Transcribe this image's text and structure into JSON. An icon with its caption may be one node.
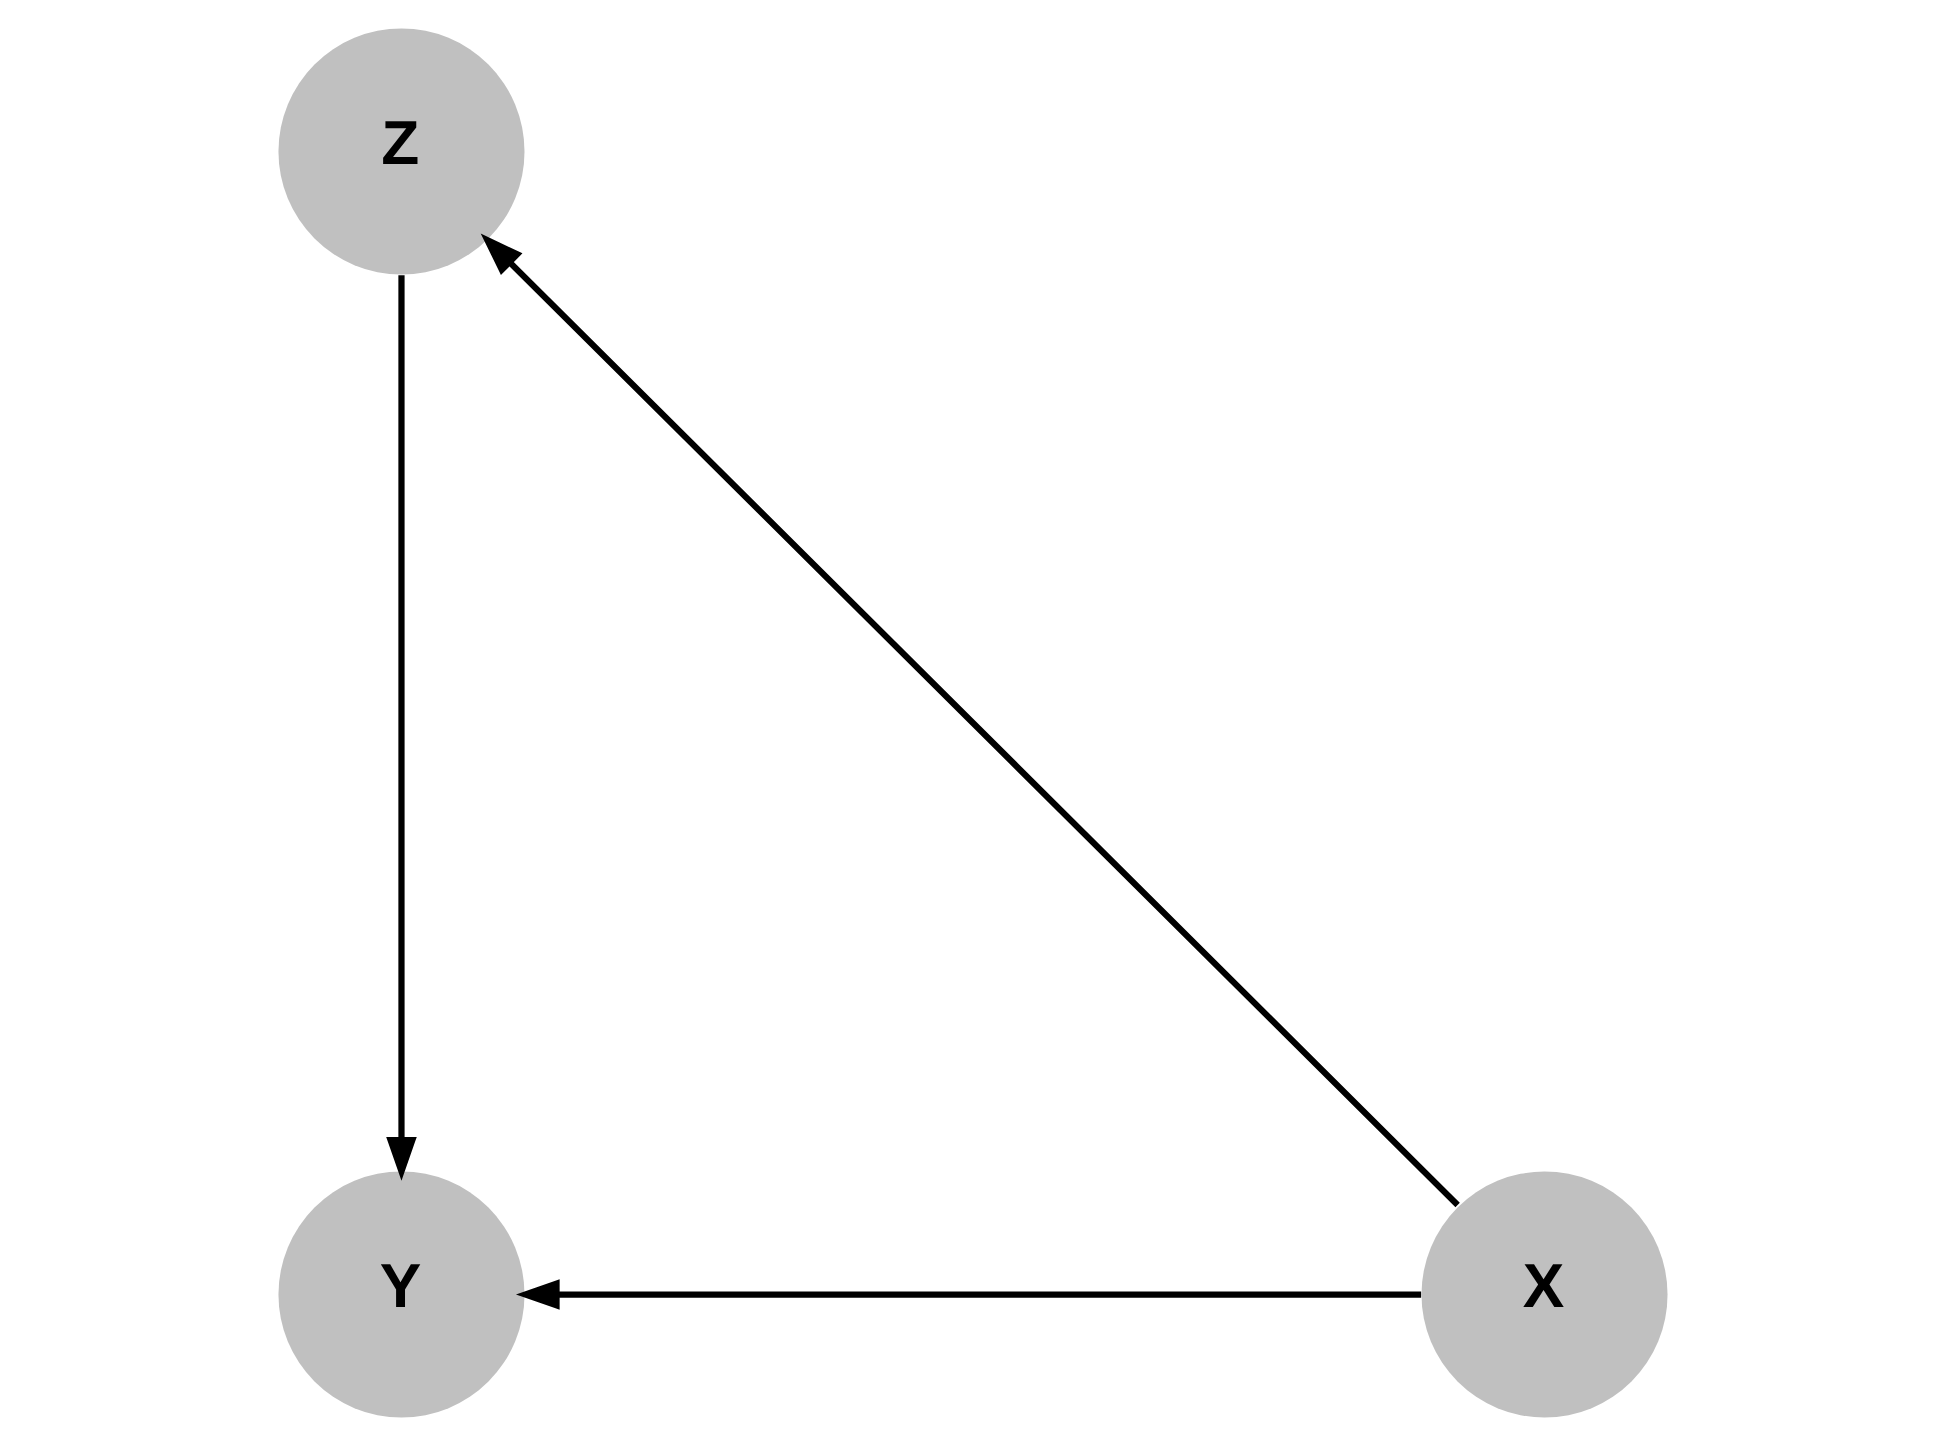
{
  "diagram": {
    "nodes": [
      {
        "text": [
          "Z"
        ]
      },
      {
        "text": [
          "X"
        ]
      },
      {
        "text": [
          "Y"
        ]
      }
    ],
    "edges": [
      {
        "from": 1,
        "to": 0,
        "arrow": "to"
      },
      {
        "from": 0,
        "to": 2,
        "arrow": "to"
      },
      {
        "from": 1,
        "to": 2,
        "arrow": "to"
      }
    ]
  }
}
